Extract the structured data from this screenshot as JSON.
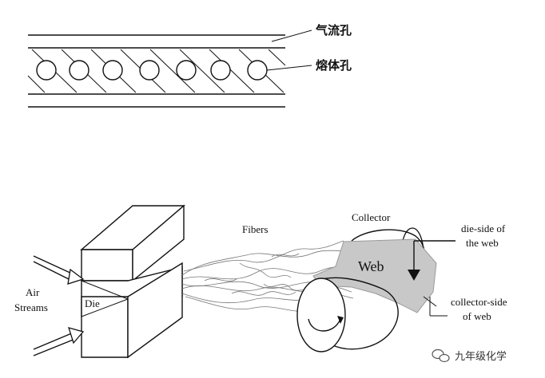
{
  "die_cross_section": {
    "air_hole_label": "气流孔",
    "melt_hole_label": "熔体孔"
  },
  "meltblown_process": {
    "fibers_label": "Fibers",
    "collector_label": "Collector",
    "web_label": "Web",
    "die_label": "Die",
    "air_label_line1": "Air",
    "air_label_line2": "Streams",
    "die_side_line1": "die-side of",
    "die_side_line2": "the web",
    "collector_side_line1": "collector-side",
    "collector_side_line2": "of web"
  },
  "watermark": {
    "text": "九年级化学",
    "icon": "wechat-icon"
  }
}
